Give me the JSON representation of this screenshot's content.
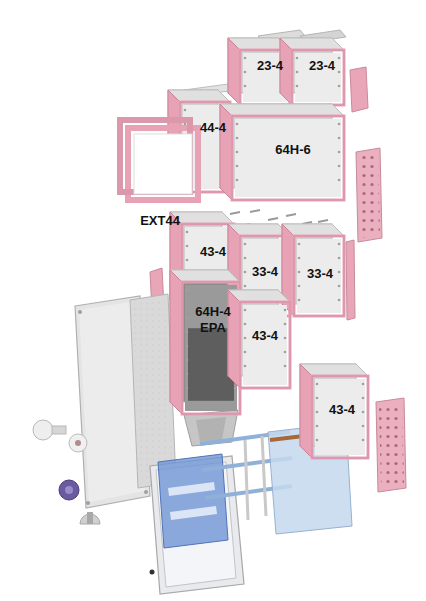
{
  "diagram": {
    "nodes": [
      {
        "text": [
          "23-4"
        ]
      },
      {
        "text": [
          "23-4"
        ]
      },
      {
        "text": [
          "44-4"
        ]
      },
      {
        "text": [
          "64H-6"
        ]
      },
      {
        "text": [
          "EXT44"
        ]
      },
      {
        "text": [
          "43-4"
        ]
      },
      {
        "text": [
          "33-4"
        ]
      },
      {
        "text": [
          "33-4"
        ]
      },
      {
        "text": [
          "64H-4 EPA"
        ]
      },
      {
        "text": [
          "43-4"
        ]
      },
      {
        "text": [
          "43-4"
        ]
      }
    ]
  }
}
